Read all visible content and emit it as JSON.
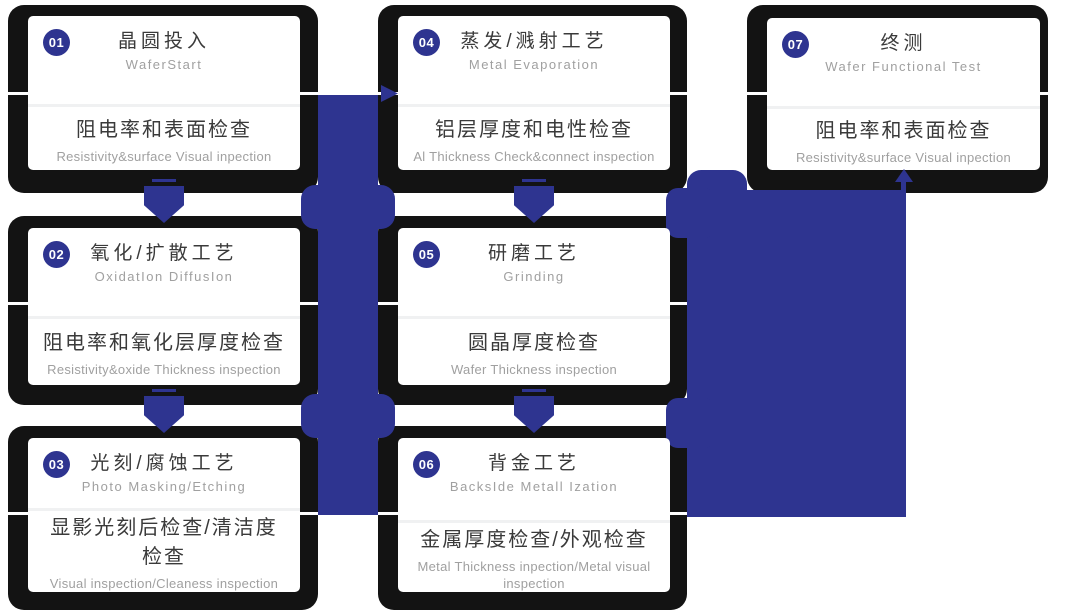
{
  "palette": {
    "accent_blue": "#2e3490",
    "panel_black": "#131313",
    "card_white": "#ffffff",
    "title_text": "#3a3a3a",
    "muted_text": "#a0a0a0"
  },
  "steps": [
    {
      "num": "01",
      "title_cn": "晶圆投入",
      "title_en": "WaferStart",
      "check_cn": "阻电率和表面检查",
      "check_en": "Resistivity&surface Visual inpection"
    },
    {
      "num": "02",
      "title_cn": "氧化/扩散工艺",
      "title_en": "OxidatIon DiffusIon",
      "check_cn": "阻电率和氧化层厚度检查",
      "check_en": "Resistivity&oxide Thickness inspection"
    },
    {
      "num": "03",
      "title_cn": "光刻/腐蚀工艺",
      "title_en": "Photo Masking/Etching",
      "check_cn": "显影光刻后检查/清洁度检查",
      "check_en": "Visual inspection/Cleaness inspection"
    },
    {
      "num": "04",
      "title_cn": "蒸发/溅射工艺",
      "title_en": "Metal Evaporation",
      "check_cn": "铝层厚度和电性检查",
      "check_en": "Al Thickness Check&connect inspection"
    },
    {
      "num": "05",
      "title_cn": "研磨工艺",
      "title_en": "Grinding",
      "check_cn": "圆晶厚度检查",
      "check_en": "Wafer Thickness inspection"
    },
    {
      "num": "06",
      "title_cn": "背金工艺",
      "title_en": "BacksIde Metall Ization",
      "check_cn": "金属厚度检查/外观检查",
      "check_en": "Metal Thickness inpection/Metal visual inspection"
    },
    {
      "num": "07",
      "title_cn": "终测",
      "title_en": "Wafer Functional Test",
      "check_cn": "阻电率和表面检查",
      "check_en": "Resistivity&surface Visual inpection"
    }
  ]
}
